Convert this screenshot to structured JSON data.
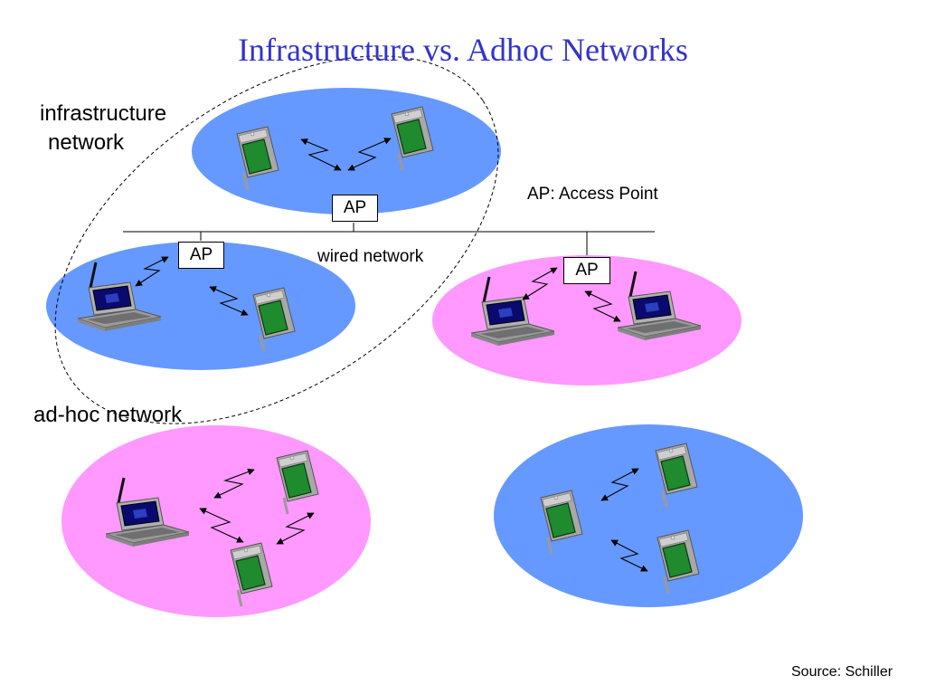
{
  "title": "Infrastructure vs. Adhoc Networks",
  "labels": {
    "infrastructure_line1": "infrastructure",
    "infrastructure_line2": "network",
    "adhoc": "ad-hoc network",
    "ap_legend": "AP: Access Point",
    "wired": "wired network",
    "source": "Source: Schiller"
  },
  "access_points": {
    "center": "AP",
    "left": "AP",
    "right": "AP"
  },
  "colors": {
    "title": "#3333cc",
    "cell_blue": "#6699ff",
    "cell_pink": "#ff99ff",
    "pda_screen": "#1f8a2e",
    "laptop_screen": "#0a0a6e"
  },
  "icons": {
    "handheld": "pda-icon",
    "notebook": "laptop-icon",
    "radio_link": "wireless-link-icon"
  }
}
